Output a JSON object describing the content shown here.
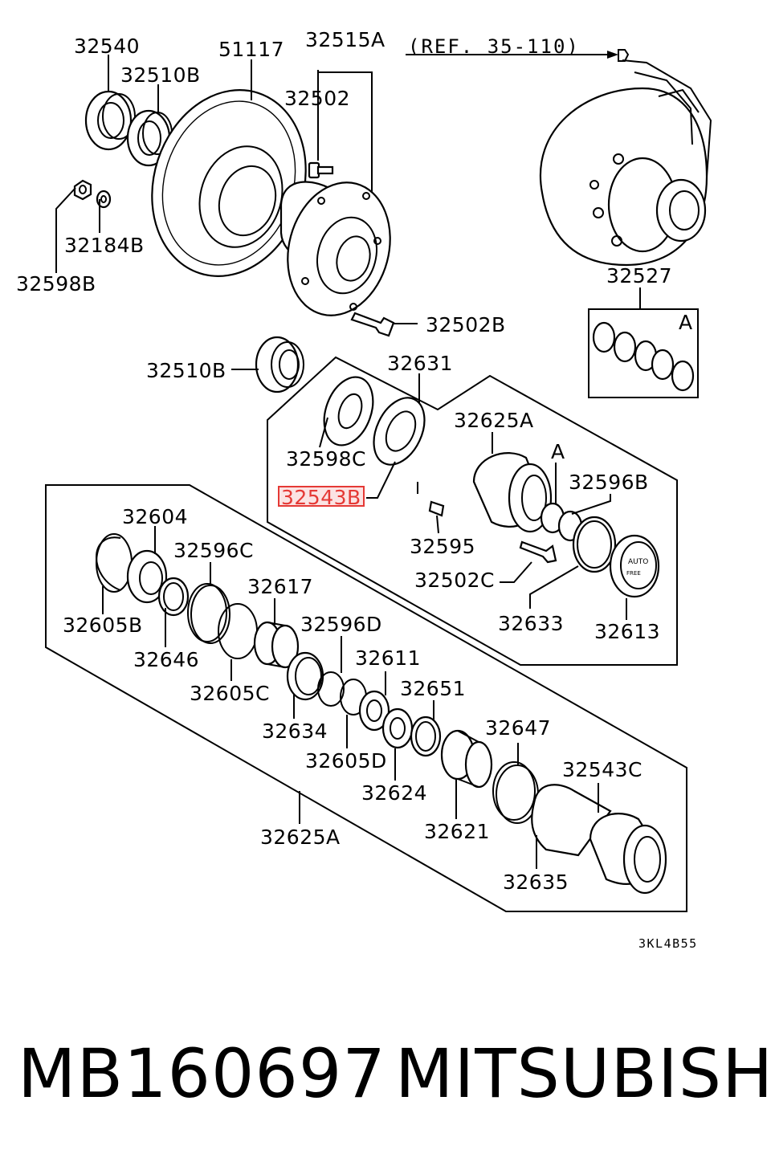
{
  "diagram": {
    "ref": "(REF. 35-110)",
    "code": "3KL4B55",
    "highlighted": "32543B",
    "group_a": "A",
    "labels": {
      "l32540": "32540",
      "l32510B_a": "32510B",
      "l51117": "51117",
      "l32515A": "32515A",
      "l32502": "32502",
      "l32184B": "32184B",
      "l32598B": "32598B",
      "l32502B": "32502B",
      "l32527": "32527",
      "l32510B_b": "32510B",
      "l32631": "32631",
      "l32625A_a": "32625A",
      "l32598C": "32598C",
      "l32543B": "32543B",
      "l32596B": "32596B",
      "l32595": "32595",
      "l32502C": "32502C",
      "l32633": "32633",
      "l32613": "32613",
      "l32604": "32604",
      "l32596C": "32596C",
      "l32617": "32617",
      "l32605B": "32605B",
      "l32596D": "32596D",
      "l32646": "32646",
      "l32611": "32611",
      "l32605C": "32605C",
      "l32651": "32651",
      "l32634": "32634",
      "l32647": "32647",
      "l32605D": "32605D",
      "l32543C": "32543C",
      "l32624": "32624",
      "l32621": "32621",
      "l32625A_b": "32625A",
      "l32635": "32635"
    },
    "cap_text": [
      "AUTO",
      "FREE"
    ]
  },
  "footer": {
    "part_number": "MB160697",
    "brand": "MITSUBISHI"
  }
}
